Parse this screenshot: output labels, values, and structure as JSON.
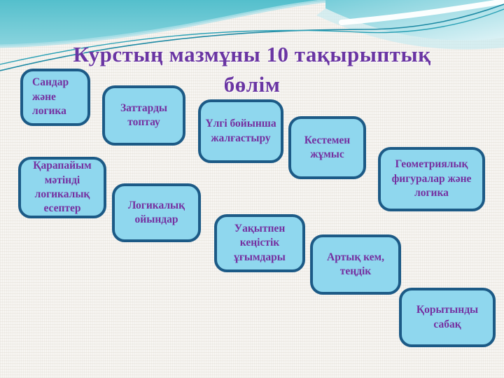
{
  "slide": {
    "title_line1": "Курстың мазмұны 10 тақырыптық",
    "title_line2": "бөлім"
  },
  "topics": [
    "Сандар және логика",
    "Заттарды топтау",
    "Үлгі бойынша жалғастыру",
    "Кестемен жұмыс",
    "Геометриялық фигуралар және логика",
    "Қарапайым мәтінді логикалық есептер",
    "Логикалық ойындар",
    "Уақытпен кеңістік ұғымдары",
    "Артық кем, теңдік",
    "Қорытынды сабақ"
  ],
  "colors": {
    "box_fill": "#8fd7ee",
    "box_border": "#1c5a86",
    "topic_text": "#7530a0",
    "title_text": "#6a35a3",
    "wave_teal": "#5cc2ce",
    "background": "#f7f5f2"
  }
}
